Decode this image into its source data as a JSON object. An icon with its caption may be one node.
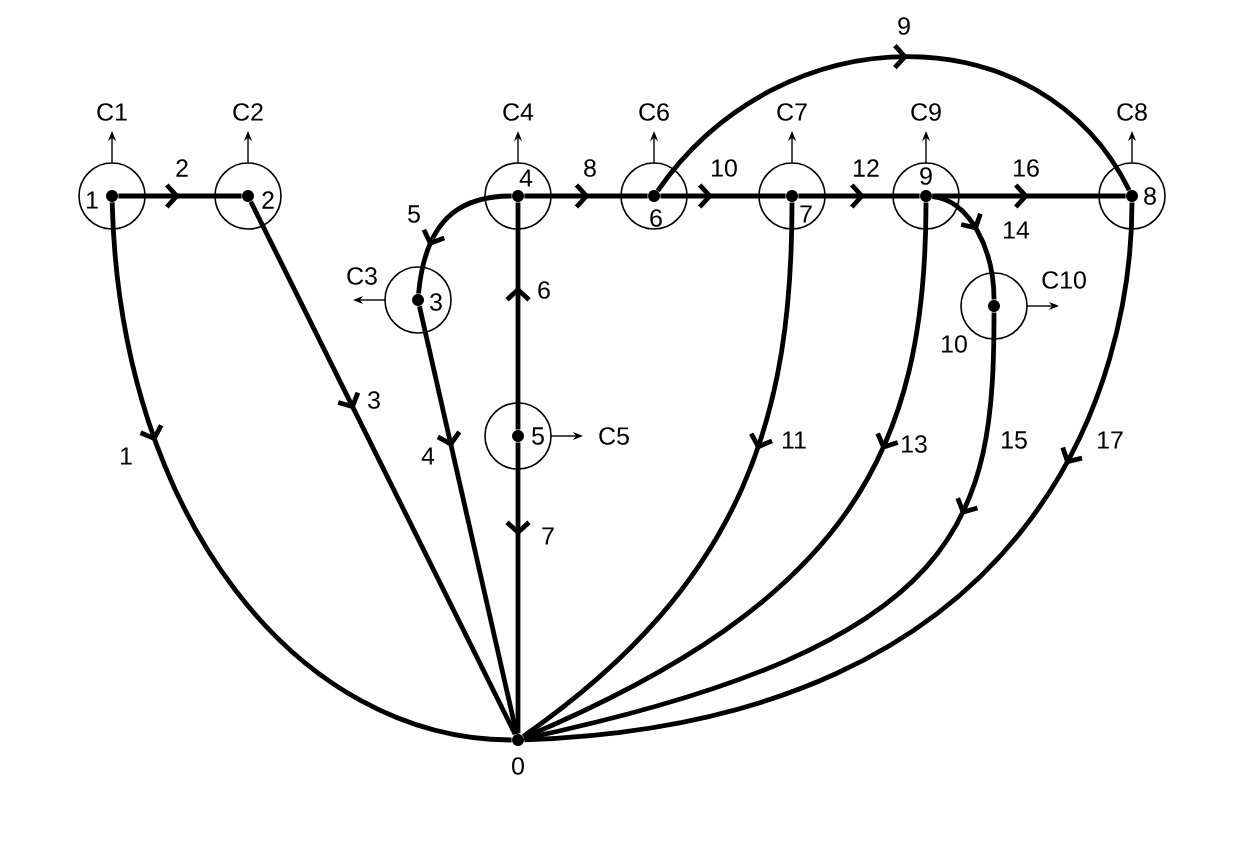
{
  "diagram": {
    "nodes": [
      {
        "text": [
          "0"
        ]
      },
      {
        "text": [
          "1"
        ],
        "beside": [
          "C1"
        ]
      },
      {
        "text": [
          "2"
        ],
        "beside": [
          "C2"
        ]
      },
      {
        "text": [
          "3"
        ],
        "beside": [
          "C3"
        ]
      },
      {
        "text": [
          "4"
        ],
        "beside": [
          "C4"
        ]
      },
      {
        "text": [
          "5"
        ],
        "beside": [
          "C5"
        ]
      },
      {
        "text": [
          "6"
        ],
        "beside": [
          "C6"
        ]
      },
      {
        "text": [
          "7"
        ],
        "beside": [
          "C7"
        ]
      },
      {
        "text": [
          "8"
        ],
        "beside": [
          "C8"
        ]
      },
      {
        "text": [
          "9"
        ],
        "beside": [
          "C9"
        ]
      },
      {
        "text": [
          "10"
        ],
        "beside": [
          "C10"
        ]
      }
    ],
    "edges": [
      {
        "from": 1,
        "to": 0,
        "arrow": "to",
        "label": "1"
      },
      {
        "from": 1,
        "to": 2,
        "arrow": "to",
        "label": "2"
      },
      {
        "from": 2,
        "to": 0,
        "arrow": "to",
        "label": "3"
      },
      {
        "from": 3,
        "to": 0,
        "arrow": "to",
        "label": "4"
      },
      {
        "from": 4,
        "to": 3,
        "arrow": "to",
        "label": "5"
      },
      {
        "from": 5,
        "to": 4,
        "arrow": "to",
        "label": "6"
      },
      {
        "from": 5,
        "to": 0,
        "arrow": "to",
        "label": "7"
      },
      {
        "from": 4,
        "to": 6,
        "arrow": "to",
        "label": "8"
      },
      {
        "from": 6,
        "to": 8,
        "arrow": "to",
        "label": "9"
      },
      {
        "from": 6,
        "to": 7,
        "arrow": "to",
        "label": "10"
      },
      {
        "from": 7,
        "to": 0,
        "arrow": "to",
        "label": "11"
      },
      {
        "from": 7,
        "to": 9,
        "arrow": "to",
        "label": "12"
      },
      {
        "from": 9,
        "to": 0,
        "arrow": "to",
        "label": "13"
      },
      {
        "from": 9,
        "to": 10,
        "arrow": "to",
        "label": "14"
      },
      {
        "from": 10,
        "to": 0,
        "arrow": "to",
        "label": "15"
      },
      {
        "from": 9,
        "to": 8,
        "arrow": "to",
        "label": "16"
      },
      {
        "from": 8,
        "to": 0,
        "arrow": "to",
        "label": "17"
      }
    ]
  }
}
